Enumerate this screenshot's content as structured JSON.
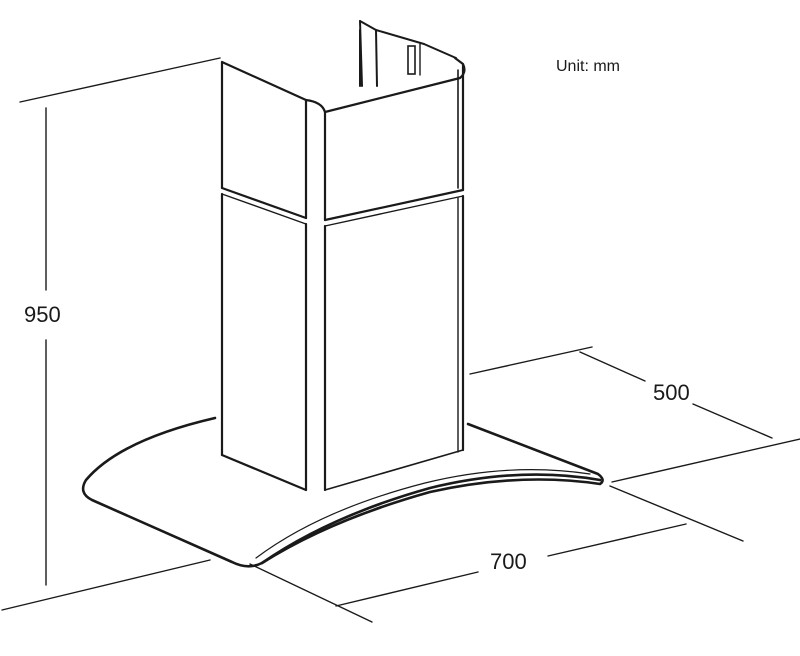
{
  "diagram": {
    "unit_label": "Unit: mm",
    "dimensions": {
      "height": "950",
      "depth": "500",
      "width": "700"
    }
  }
}
